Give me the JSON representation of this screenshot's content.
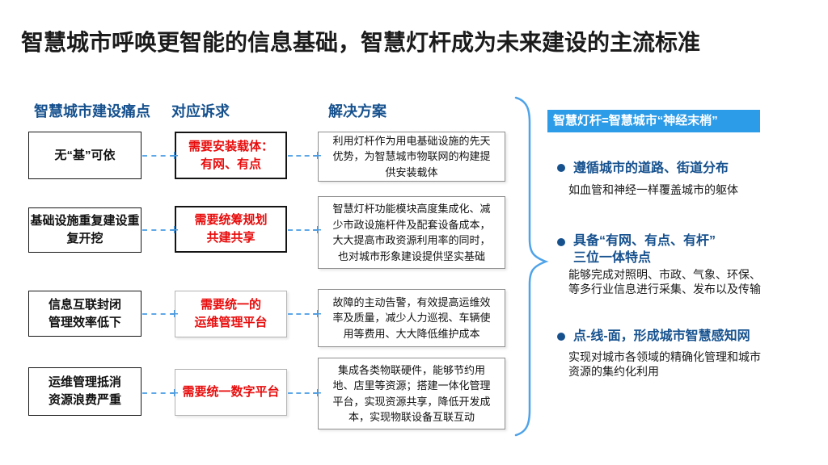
{
  "title": "智慧城市呼唤更智能的信息基础，智慧灯杆成为未来建设的主流标准",
  "column_headers": {
    "pain": "智慧城市建设痛点",
    "demand": "对应诉求",
    "solution": "解决方案"
  },
  "rows": [
    {
      "pain": "无“基”可依",
      "demand": "需要安装载体：\n有网、有点",
      "solution": "利用灯杆作为用电基础设施的先天\n优势，为智慧城市物联网的构建提\n供安装载体"
    },
    {
      "pain": "基础设施重复建设重\n复开挖",
      "demand": "需要统筹规划\n共建共享",
      "solution": "智慧灯杆功能模块高度集成化、减\n少市政设施杆件及配套设备成本，\n大大提高市政资源利用率的同时，\n也对城市形象建设提供坚实基础"
    },
    {
      "pain": "信息互联封闭\n管理效率低下",
      "demand": "需要统一的\n运维管理平台",
      "solution": "故障的主动告警，有效提高运维效\n率及质量，减少人力巡视、车辆使\n用等费用、大大降低维护成本"
    },
    {
      "pain": "运维管理抵消\n资源浪费严重",
      "demand": "需要统一数字平台",
      "solution": "集成各类物联硬件，能够节约用\n地、店里等资源；搭建一体化管理\n平台，实现资源共享，降低开发成\n本，实现物联设备互联互动"
    }
  ],
  "right_panel": {
    "header": "智慧灯杆=智慧城市“神经末梢”",
    "bullets": [
      {
        "heading": "遵循城市的道路、街道分布",
        "detail": "如血管和神经一样覆盖城市的躯体"
      },
      {
        "heading": "具备“有网、有点、有杆”\n三位一体特点",
        "detail": "能够完成对照明、市政、气象、环保、\n等多行业信息进行采集、发布以及传输"
      },
      {
        "heading": "点-线-面，形成城市智慧感知网",
        "detail": "实现对城市各领域的精确化管理和城市\n资源的集约化利用"
      }
    ]
  },
  "colors": {
    "title_text": "#1b1b1b",
    "header_blue": "#16518E",
    "demand_red": "#E80C0C",
    "accent_light_blue": "#5FA8E8",
    "panel_blue_bg": "#2D9CE8"
  }
}
